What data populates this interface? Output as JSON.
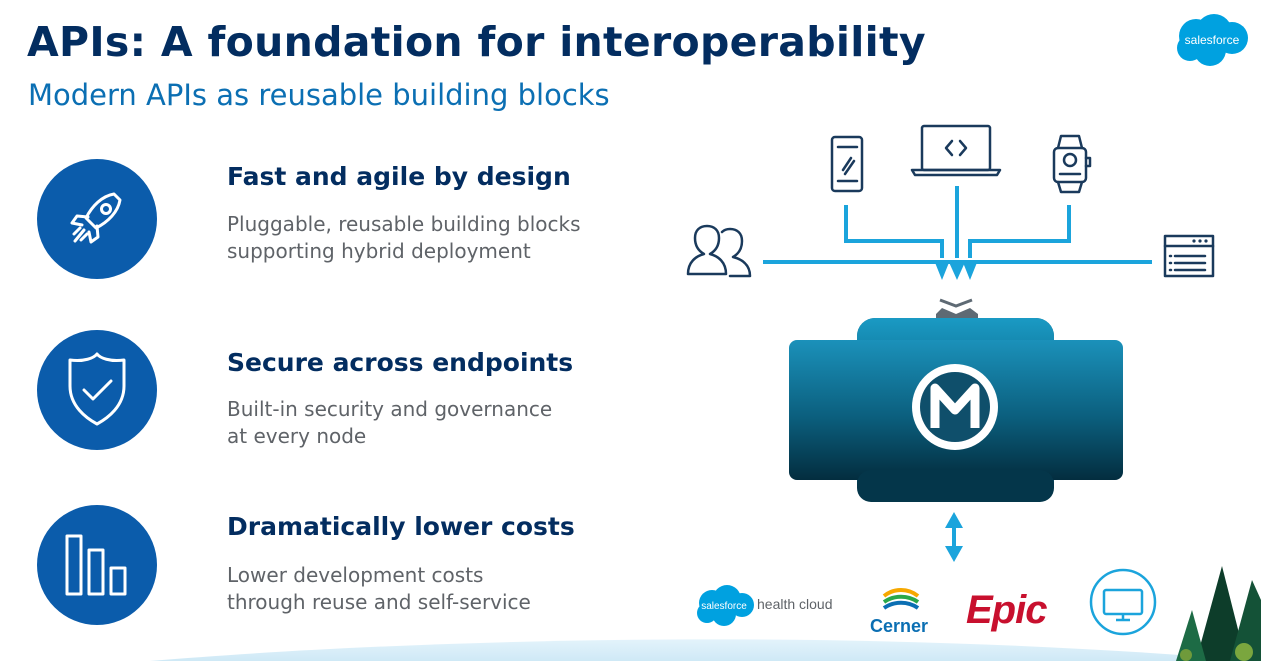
{
  "header": {
    "title": "APIs: A foundation for interoperability",
    "subtitle": "Modern APIs as reusable building blocks",
    "brand_logo_text": "salesforce"
  },
  "features": [
    {
      "icon": "rocket-icon",
      "title": "Fast and agile by design",
      "desc_line1": "Pluggable, reusable building blocks",
      "desc_line2": "supporting hybrid deployment"
    },
    {
      "icon": "shield-check-icon",
      "title": "Secure across endpoints",
      "desc_line1": "Built-in security and governance",
      "desc_line2": "at every node"
    },
    {
      "icon": "bar-chart-icon",
      "title": "Dramatically lower costs",
      "desc_line1": "Lower development costs",
      "desc_line2": "through reuse and self-service"
    }
  ],
  "diagram": {
    "top_icons": [
      "users-icon",
      "mobile-phone-icon",
      "laptop-code-icon",
      "smartwatch-icon",
      "browser-window-icon"
    ],
    "hub_icon": "mulesoft-logo-icon",
    "partners": [
      {
        "brand": "salesforce",
        "label": "health cloud"
      },
      {
        "brand": "Cerner"
      },
      {
        "brand": "Epic"
      },
      {
        "icon": "monitor-icon"
      }
    ]
  },
  "colors": {
    "title": "#032d60",
    "subtitle": "#0b6fb3",
    "icon_circle": "#0b5cab",
    "connector": "#1ba4dc",
    "hub_top": "#1a8fb8",
    "hub_bottom": "#043a4e",
    "epic": "#c8102e",
    "cerner": "#0b6fb3"
  }
}
